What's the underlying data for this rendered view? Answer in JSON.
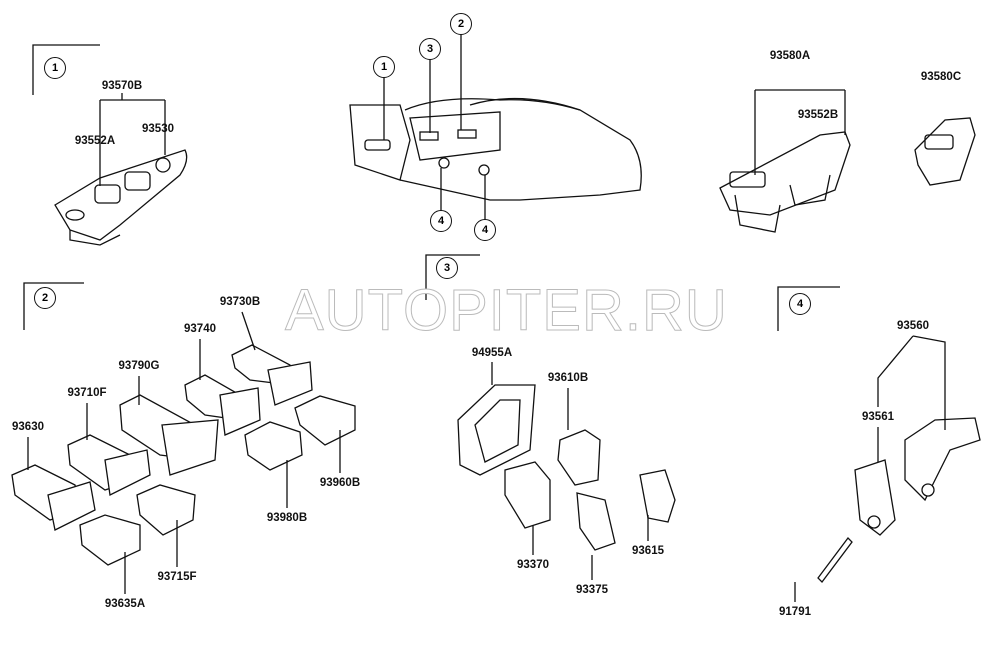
{
  "watermark": "AUTOPITER.RU",
  "section1": {
    "marker": "1",
    "labels": {
      "assembly": "93570B",
      "switch_a": "93552A",
      "switch_b": "93530"
    }
  },
  "car": {
    "callouts": [
      "1",
      "3",
      "2",
      "4",
      "4"
    ]
  },
  "section1b": {
    "labels": {
      "assembly": "93580A",
      "switch": "93552B",
      "single": "93580C"
    }
  },
  "section2": {
    "marker": "2",
    "labels": [
      "93730B",
      "93740",
      "93790G",
      "93710F",
      "93630",
      "93960B",
      "93980B",
      "93715F",
      "93635A"
    ]
  },
  "section3": {
    "marker": "3",
    "labels": [
      "94955A",
      "93610B",
      "93370",
      "93375",
      "93615"
    ]
  },
  "section4": {
    "marker": "4",
    "labels": [
      "93560",
      "93561",
      "91791"
    ]
  }
}
